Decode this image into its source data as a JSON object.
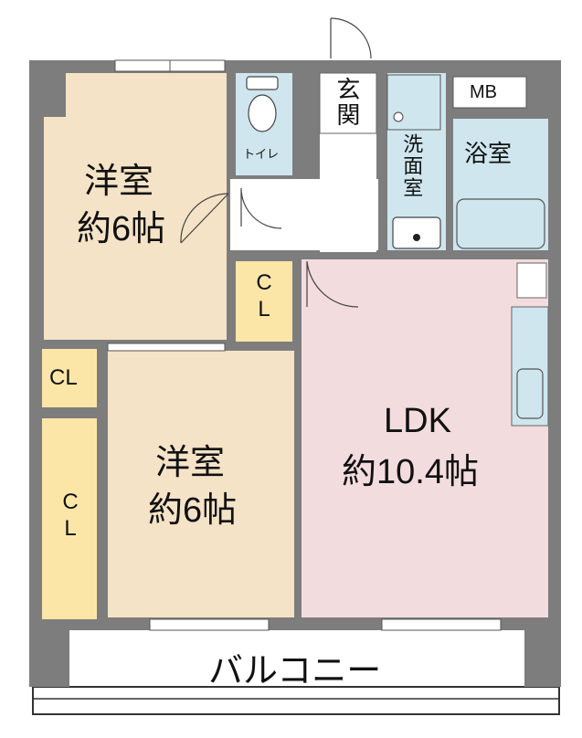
{
  "colors": {
    "wall": "#7d7d7d",
    "western_room": "#f4e3c6",
    "closet": "#fbe6a8",
    "ldk": "#f3dcde",
    "wet_area": "#cfe6ee",
    "hall": "#ffffff"
  },
  "rooms": {
    "western1": {
      "name": "洋室",
      "size": "約6帖"
    },
    "western2": {
      "name": "洋室",
      "size": "約6帖"
    },
    "ldk": {
      "name": "LDK",
      "size": "約10.4帖"
    },
    "toilet": {
      "name": "トイレ"
    },
    "entrance": {
      "name": "玄関"
    },
    "washroom": {
      "name": "洗面室"
    },
    "bath": {
      "name": "浴室"
    },
    "mb": {
      "name": "MB"
    },
    "closet_top": {
      "name": "CL"
    },
    "closet_left_small": {
      "name": "CL"
    },
    "closet_left_tall": {
      "name": "CL"
    },
    "balcony": {
      "name": "バルコニー"
    }
  },
  "icons": [
    "toilet-icon",
    "washbasin-icon",
    "bathtub-icon",
    "kitchen-sink-icon",
    "door-swing-icon",
    "window-icon"
  ]
}
